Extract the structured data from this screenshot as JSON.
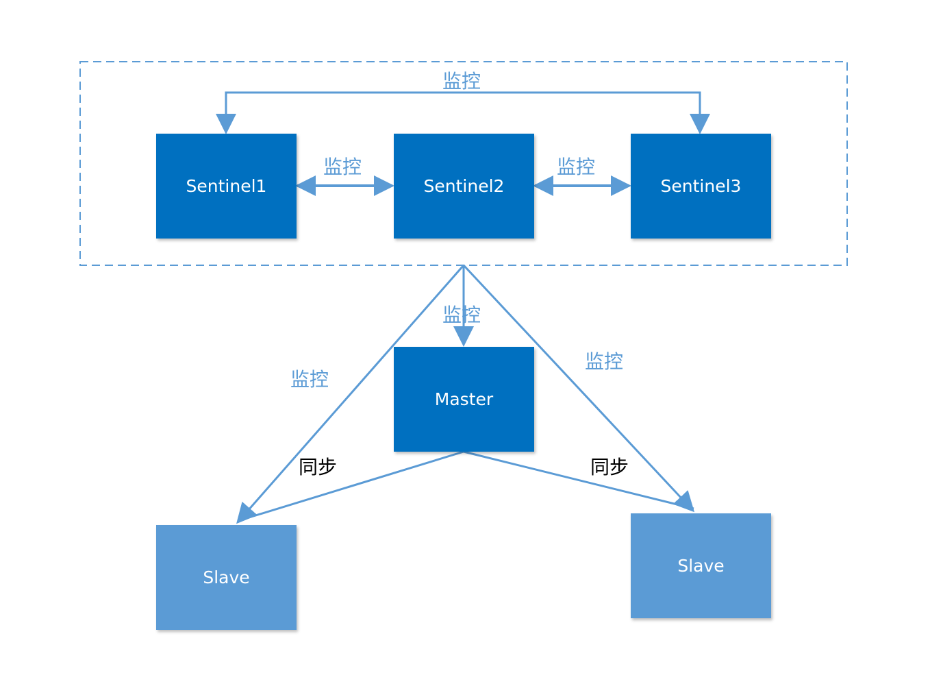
{
  "colors": {
    "line": "#5b9bd5",
    "node_dark": "#0070c0",
    "node_light": "#5b9bd5",
    "label_blue": "#5b9bd5",
    "label_black": "#000000"
  },
  "nodes": {
    "sentinel1": "Sentinel1",
    "sentinel2": "Sentinel2",
    "sentinel3": "Sentinel3",
    "master": "Master",
    "slave_left": "Slave",
    "slave_right": "Slave"
  },
  "labels": {
    "monitor_top": "监控",
    "monitor_s1_s2": "监控",
    "monitor_s2_s3": "监控",
    "monitor_to_master": "监控",
    "monitor_to_slave_left": "监控",
    "monitor_to_slave_right": "监控",
    "sync_left": "同步",
    "sync_right": "同步"
  }
}
